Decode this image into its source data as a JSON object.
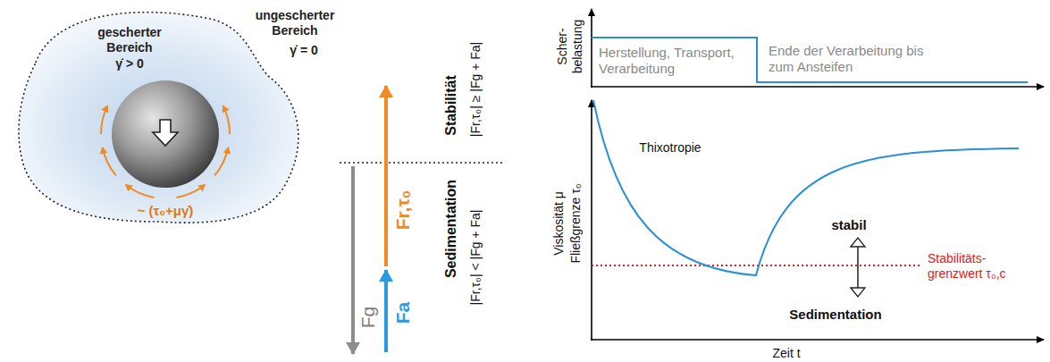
{
  "diagram": {
    "labels": [
      "ungescherter Bereich",
      "γ̇ = 0",
      "gescherter Bereich",
      "γ̇ > 0",
      "~ (τ₀+μγ̇)",
      "Fg",
      "Fa",
      "Fr,τ₀",
      "Stabilität",
      "|Fr,τ₀| ≥ |Fg + Fa|",
      "Sedimentation",
      "|Fr,τ₀| < |Fg + Fa|",
      "Scher- belastung",
      "Herstellung, Transport, Verarbeitung",
      "Ende der Verarbeitung bis zum Ansteifen",
      "Thixotropie",
      "Viskosität μ",
      "Fließgrenze τ₀",
      "stabil",
      "Stabilitäts- grenzwert τ₀,c",
      "Sedimentation",
      "Zeit t"
    ]
  }
}
